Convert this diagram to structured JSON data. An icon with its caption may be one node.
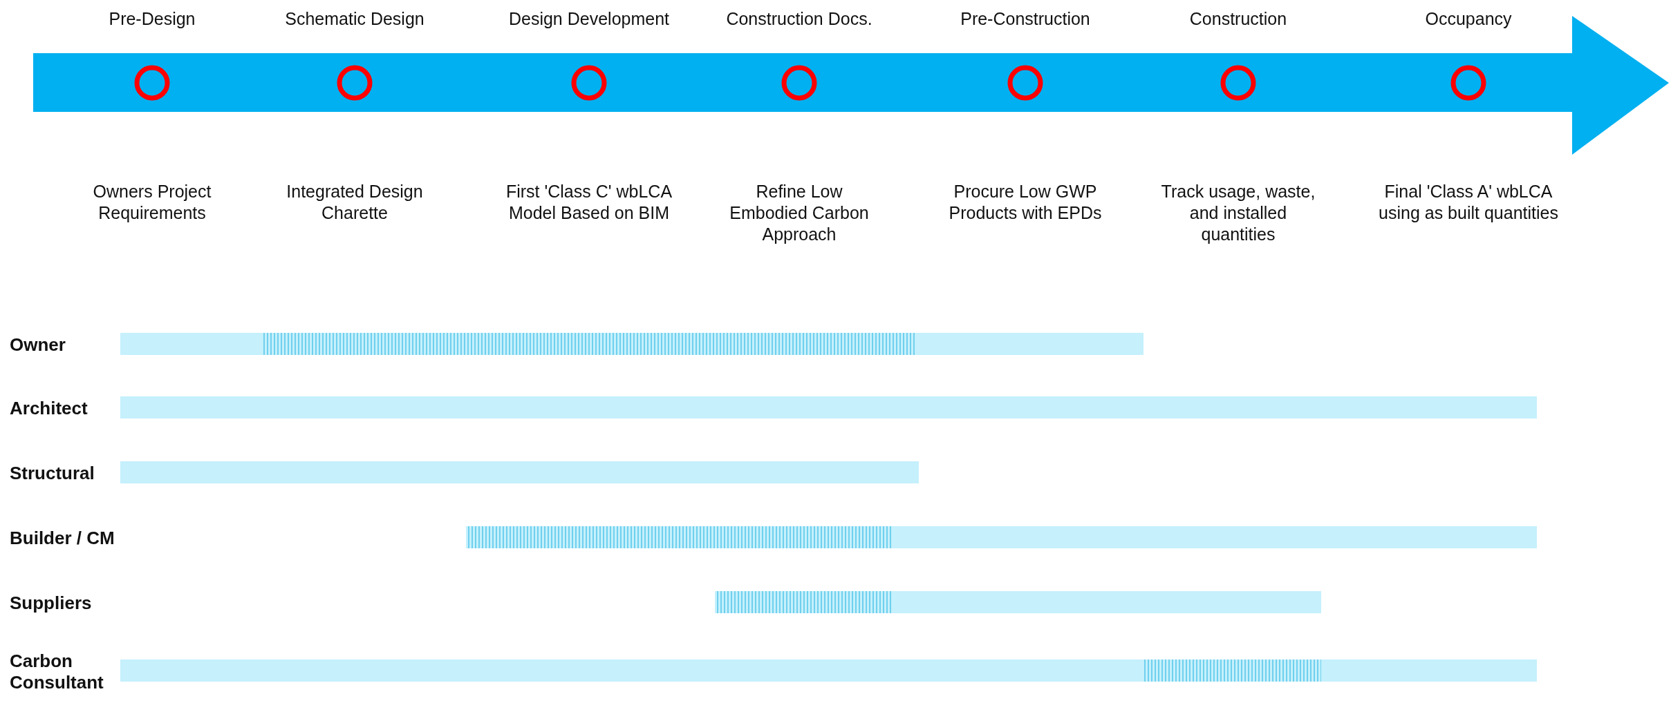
{
  "diagram": {
    "nodes": [
      {
        "text": [],
        "shape": "bar"
      },
      {
        "text": [],
        "shape": "bar"
      },
      {
        "text": [],
        "shape": "bar"
      },
      {
        "text": [],
        "shape": "bar"
      },
      {
        "text": [],
        "shape": "bar"
      },
      {
        "text": [],
        "shape": "bar"
      },
      {
        "text": [],
        "shape": "bar"
      },
      {
        "text": [],
        "shape": "bar"
      },
      {
        "text": [],
        "shape": "bar"
      },
      {
        "text": [],
        "shape": "bar"
      },
      {
        "text": [],
        "shape": "bar"
      },
      {
        "text": [],
        "shape": "bar"
      }
    ],
    "labels": [
      "Pre-Design",
      "Schematic Design",
      "Design Development",
      "Construction Docs.",
      "Pre-Construction",
      "Construction",
      "Occupancy",
      "Owners Project Requirements",
      "Integrated Design Charette",
      "First 'Class C' wbLCA Model Based on BIM",
      "Refine Low Embodied Carbon Approach",
      "Procure Low GWP Products with EPDs",
      "Track usage, waste, and installed quantities",
      "Final 'Class A' wbLCA using as built quantities",
      "Owner",
      "Architect",
      "Structural",
      "Builder / CM",
      "Suppliers",
      "Carbon Consultant"
    ]
  }
}
